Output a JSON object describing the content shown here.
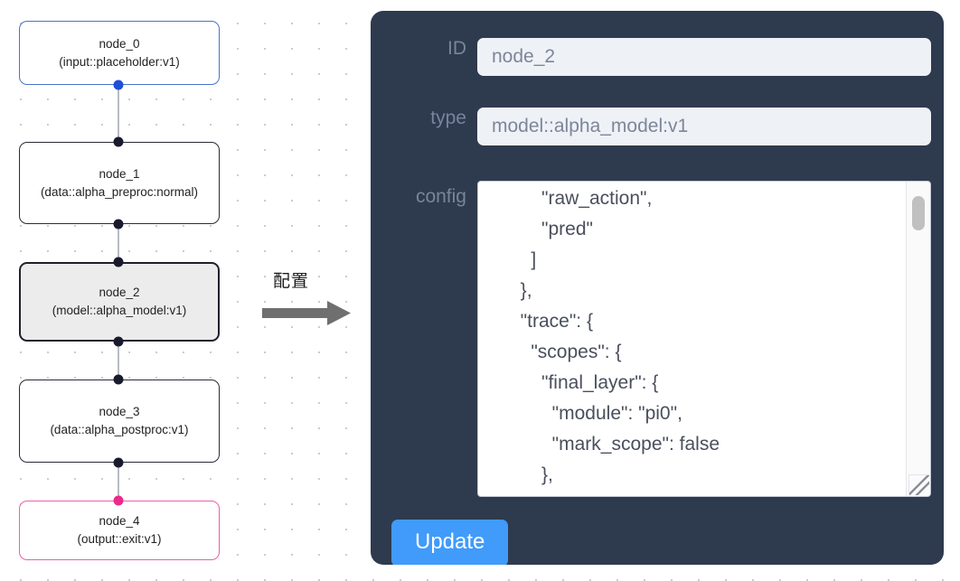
{
  "canvas": {
    "grid": "dot-grid",
    "background_color": "#ffffff",
    "dot_color": "#c9ccd4"
  },
  "graph": {
    "nodes": [
      {
        "id": "node_0",
        "title": "node_0",
        "subtitle": "(input::placeholder:v1)",
        "kind": "input",
        "selected": false,
        "border_color": "#4a74c9"
      },
      {
        "id": "node_1",
        "title": "node_1",
        "subtitle": "(data::alpha_preproc:normal)",
        "kind": "data",
        "selected": false,
        "border_color": "#2b2b38"
      },
      {
        "id": "node_2",
        "title": "node_2",
        "subtitle": "(model::alpha_model:v1)",
        "kind": "model",
        "selected": true,
        "border_color": "#20202c"
      },
      {
        "id": "node_3",
        "title": "node_3",
        "subtitle": "(data::alpha_postproc:v1)",
        "kind": "data",
        "selected": false,
        "border_color": "#2b2b38"
      },
      {
        "id": "node_4",
        "title": "node_4",
        "subtitle": "(output::exit:v1)",
        "kind": "output",
        "selected": false,
        "border_color": "#ec5fa8"
      }
    ],
    "edges": [
      {
        "from": "node_0",
        "to": "node_1"
      },
      {
        "from": "node_1",
        "to": "node_2"
      },
      {
        "from": "node_2",
        "to": "node_3"
      },
      {
        "from": "node_3",
        "to": "node_4"
      }
    ],
    "port_colors": {
      "default": "#1a1a2e",
      "input": "#1f4fd8",
      "output": "#ec2a8a"
    }
  },
  "annotation": {
    "label": "配置",
    "arrow": "right-arrow",
    "arrow_color": "#6f6f6f"
  },
  "panel": {
    "background_color": "#2e3a4e",
    "label_color": "#78849a",
    "fields": {
      "id": {
        "label": "ID",
        "value": "node_2",
        "placeholder": "node_2"
      },
      "type": {
        "label": "type",
        "value": "model::alpha_model:v1",
        "placeholder": "model::alpha_model:v1"
      },
      "config": {
        "label": "config",
        "value": "            \"raw_action\",\n            \"pred\"\n          ]\n        },\n        \"trace\": {\n          \"scopes\": {\n            \"final_layer\": {\n              \"module\": \"pi0\",\n              \"mark_scope\": false\n            },\n            \"action_model\": {",
        "scrollbar": {
          "visible": true,
          "thumb_position": "top"
        },
        "resize_handle": true
      }
    },
    "update_button": {
      "label": "Update",
      "color": "#409bfa",
      "text_color": "#ffffff"
    }
  }
}
